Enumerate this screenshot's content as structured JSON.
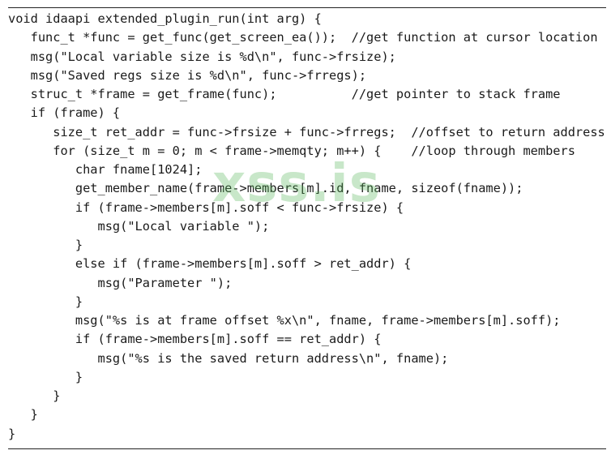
{
  "listing": {
    "lines": [
      "void idaapi extended_plugin_run(int arg) {",
      "   func_t *func = get_func(get_screen_ea());  //get function at cursor location",
      "   msg(\"Local variable size is %d\\n\", func->frsize);",
      "   msg(\"Saved regs size is %d\\n\", func->frregs);",
      "   struc_t *frame = get_frame(func);          //get pointer to stack frame",
      "   if (frame) {",
      "      size_t ret_addr = func->frsize + func->frregs;  //offset to return address",
      "      for (size_t m = 0; m < frame->memqty; m++) {    //loop through members",
      "         char fname[1024];",
      "         get_member_name(frame->members[m].id, fname, sizeof(fname));",
      "         if (frame->members[m].soff < func->frsize) {",
      "            msg(\"Local variable \");",
      "         }",
      "         else if (frame->members[m].soff > ret_addr) {",
      "            msg(\"Parameter \");",
      "         }",
      "         msg(\"%s is at frame offset %x\\n\", fname, frame->members[m].soff);",
      "         if (frame->members[m].soff == ret_addr) {",
      "            msg(\"%s is the saved return address\\n\", fname);",
      "         }",
      "      }",
      "   }",
      "}"
    ]
  },
  "watermark": {
    "text": "xss.is",
    "color": "#58b85a"
  }
}
